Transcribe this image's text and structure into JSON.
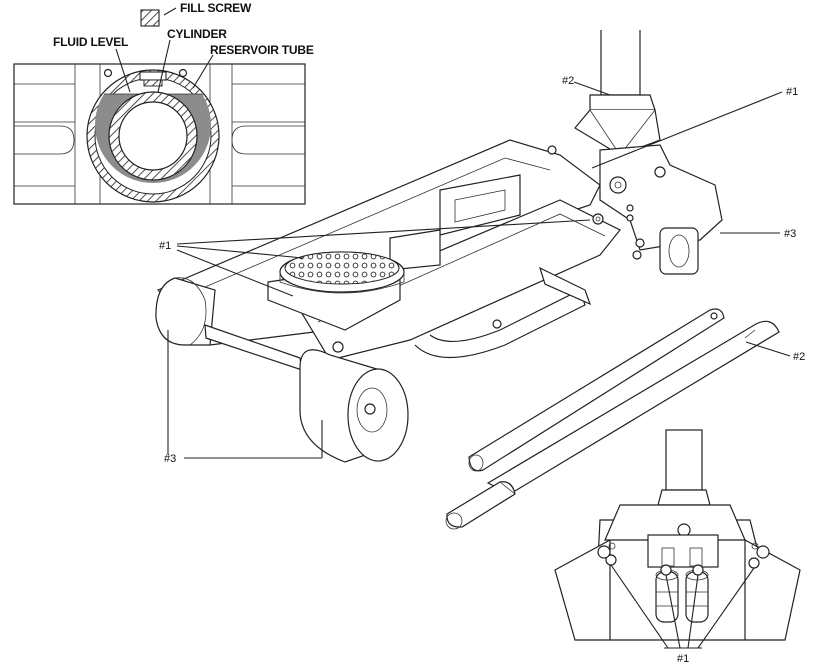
{
  "inset": {
    "fill_screw_label": "FILL SCREW",
    "fluid_level_label": "FLUID LEVEL",
    "cylinder_label": "CYLINDER",
    "reservoir_tube_label": "RESERVOIR TUBE"
  },
  "callouts": {
    "top_right_1": "#1",
    "saddle_1": "#1",
    "top_2": "#2",
    "caster_3": "#3",
    "front_wheel_3": "#3",
    "handle_2": "#2",
    "bottom_1": "#1"
  },
  "colors": {
    "line": "#222222",
    "fluid": "#8c8c8c",
    "background": "#ffffff"
  }
}
